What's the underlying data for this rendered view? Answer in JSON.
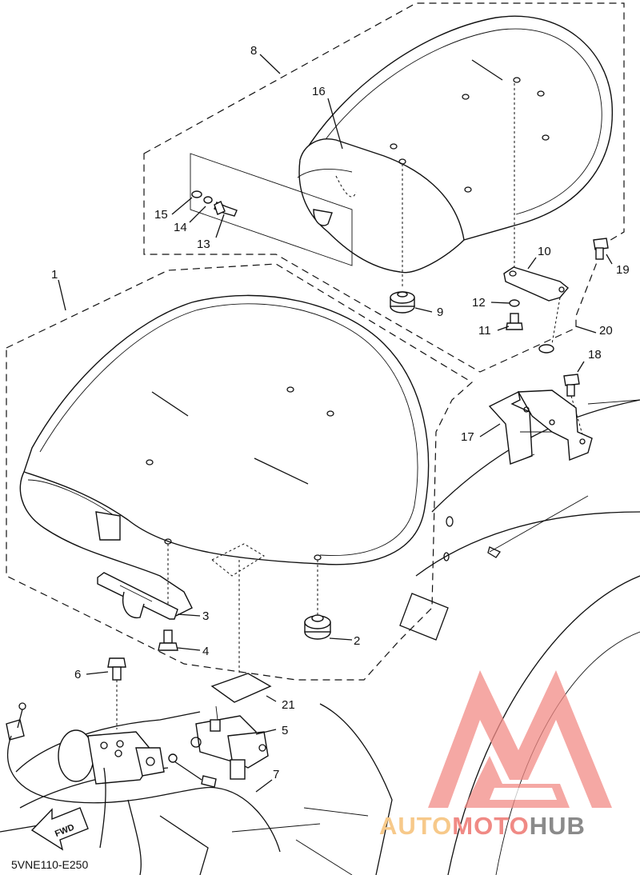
{
  "diagram": {
    "callouts": [
      {
        "id": "1",
        "label": "1"
      },
      {
        "id": "2",
        "label": "2"
      },
      {
        "id": "3",
        "label": "3"
      },
      {
        "id": "4",
        "label": "4"
      },
      {
        "id": "5",
        "label": "5"
      },
      {
        "id": "6",
        "label": "6"
      },
      {
        "id": "7",
        "label": "7"
      },
      {
        "id": "8",
        "label": "8"
      },
      {
        "id": "9",
        "label": "9"
      },
      {
        "id": "10",
        "label": "10"
      },
      {
        "id": "11",
        "label": "11"
      },
      {
        "id": "12",
        "label": "12"
      },
      {
        "id": "13",
        "label": "13"
      },
      {
        "id": "14",
        "label": "14"
      },
      {
        "id": "15",
        "label": "15"
      },
      {
        "id": "16",
        "label": "16"
      },
      {
        "id": "17",
        "label": "17"
      },
      {
        "id": "18",
        "label": "18"
      },
      {
        "id": "19",
        "label": "19"
      },
      {
        "id": "20",
        "label": "20"
      },
      {
        "id": "21",
        "label": "21"
      }
    ],
    "fwd_label": "FWD",
    "drawing_code": "5VNE110-E250"
  },
  "watermark": {
    "part1": "AUTO",
    "part2": "MOTO",
    "part3": "HUB",
    "color_light": "#f7c98a",
    "color_red": "#f08a85",
    "color_gray": "#8a8a8a",
    "logo_color": "#f28b86"
  }
}
